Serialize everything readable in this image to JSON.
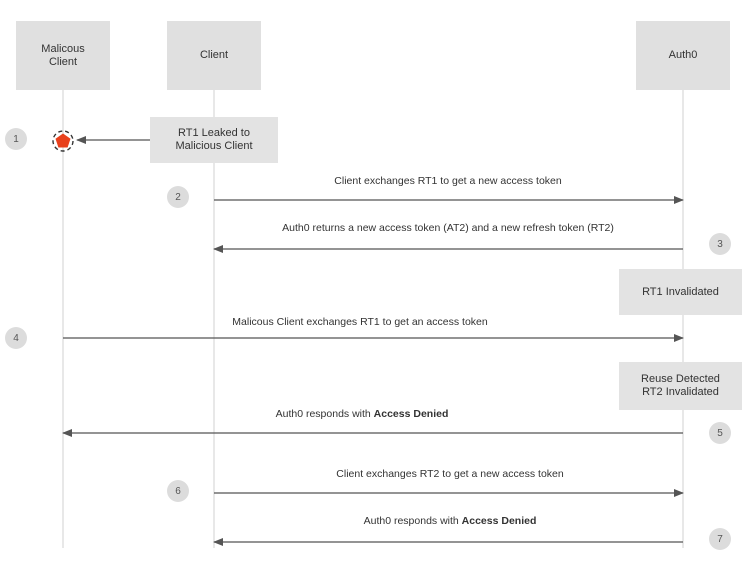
{
  "participants": {
    "malicious": {
      "label": "Malicous\nClient"
    },
    "client": {
      "label": "Client"
    },
    "auth0": {
      "label": "Auth0"
    }
  },
  "notes": {
    "rt1_leaked": "RT1 Leaked to\nMalicious Client",
    "rt1_invalidated": "RT1 Invalidated",
    "reuse_detected": "Reuse Detected\nRT2 Invalidated"
  },
  "steps": {
    "s1": "1",
    "s2": "2",
    "s3": "3",
    "s4": "4",
    "s5": "5",
    "s6": "6",
    "s7": "7"
  },
  "messages": {
    "m2": "Client exchanges RT1 to get a new access token",
    "m3": "Auth0 returns a new access token (AT2) and a new refresh token (RT2)",
    "m4": "Malicous Client exchanges RT1 to get an access token",
    "m5_prefix": "Auth0 responds with ",
    "m5_bold": "Access Denied",
    "m6": "Client exchanges RT2 to get a new access token",
    "m7_prefix": "Auth0 responds with ",
    "m7_bold": "Access Denied"
  },
  "icons": {
    "malicious_marker": "pentagon-alert-icon"
  },
  "colors": {
    "box_fill": "#e0e0e0",
    "lifeline": "#d0d0d0",
    "arrow": "#555555",
    "alert_red": "#e8401c"
  }
}
